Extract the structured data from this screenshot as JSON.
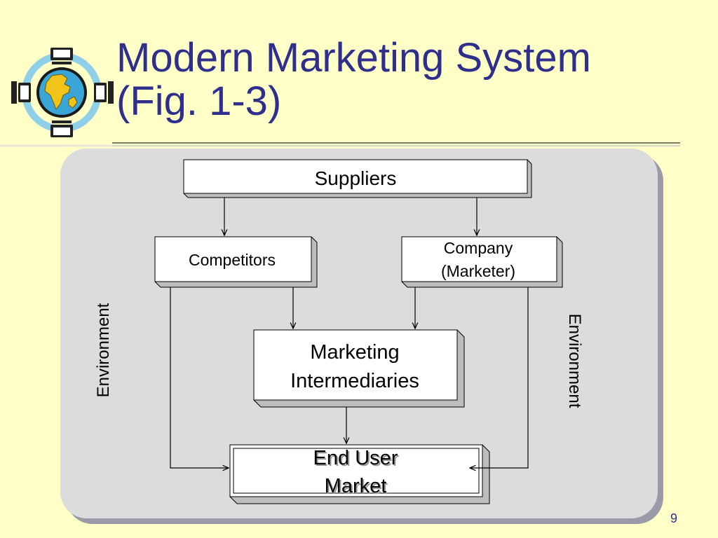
{
  "slide": {
    "title_line1": "Modern Marketing System",
    "title_line2": "(Fig. 1-3)",
    "page_number": "9"
  },
  "diagram": {
    "nodes": {
      "suppliers": "Suppliers",
      "competitors": "Competitors",
      "company_line1": "Company",
      "company_line2": "(Marketer)",
      "intermediaries_line1": "Marketing",
      "intermediaries_line2": "Intermediaries",
      "end_user_line1": "End User",
      "end_user_line2": "Market"
    },
    "side_labels": {
      "left": "Environment",
      "right": "Environment"
    },
    "edges": [
      {
        "from": "suppliers",
        "to": "competitors"
      },
      {
        "from": "suppliers",
        "to": "company"
      },
      {
        "from": "competitors",
        "to": "intermediaries"
      },
      {
        "from": "company",
        "to": "intermediaries"
      },
      {
        "from": "intermediaries",
        "to": "end_user"
      },
      {
        "from": "competitors",
        "to": "end_user"
      },
      {
        "from": "company",
        "to": "end_user"
      }
    ]
  },
  "colors": {
    "background": "#ffffc8",
    "title": "#2e2e8c",
    "panel": "#dcdcdc",
    "panel_shadow": "#9a9aa8"
  },
  "icons": {
    "logo": "globe-with-computers-icon"
  }
}
